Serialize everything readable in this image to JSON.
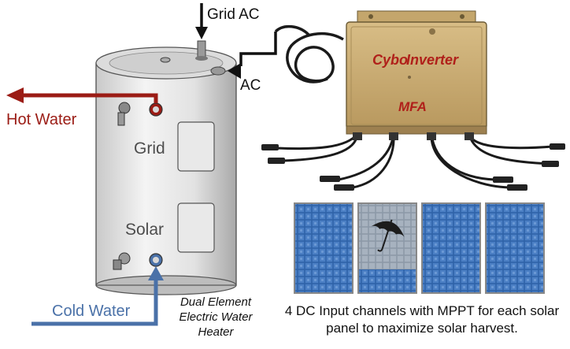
{
  "labels": {
    "grid_ac": "Grid AC",
    "ac": "AC",
    "hot_water": "Hot Water",
    "cold_water": "Cold Water",
    "grid_element": "Grid",
    "solar_element": "Solar",
    "heater_caption_1": "Dual Element",
    "heater_caption_2": "Electric Water",
    "heater_caption_3": "Heater",
    "inverter_brand_left": "Cybo",
    "inverter_brand_right": "Inverter",
    "inverter_logo": "MFA",
    "panel_caption": "4 DC Input channels with MPPT for each solar panel to maximize solar harvest."
  },
  "colors": {
    "hot_water": "#9b1c15",
    "cold_water": "#4a71a8",
    "inverter_body": "#c8ab73",
    "panel_blue": "#3a6fb0"
  },
  "icons": [
    "umbrella-icon"
  ]
}
